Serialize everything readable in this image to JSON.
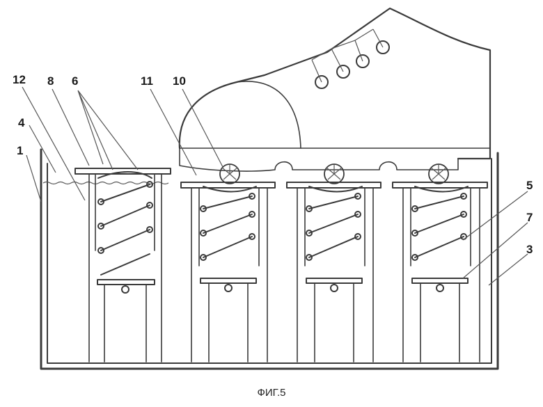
{
  "figure": {
    "caption": "ФИГ.5",
    "ink_color": "#3a3a3a",
    "reference_numerals": {
      "n1": "1",
      "n3": "3",
      "n4": "4",
      "n5": "5",
      "n6": "6",
      "n7": "7",
      "n8": "8",
      "n10": "10",
      "n11": "11",
      "n12": "12"
    },
    "shoe_eyelet_count": 4,
    "spring_unit_count": 4
  }
}
